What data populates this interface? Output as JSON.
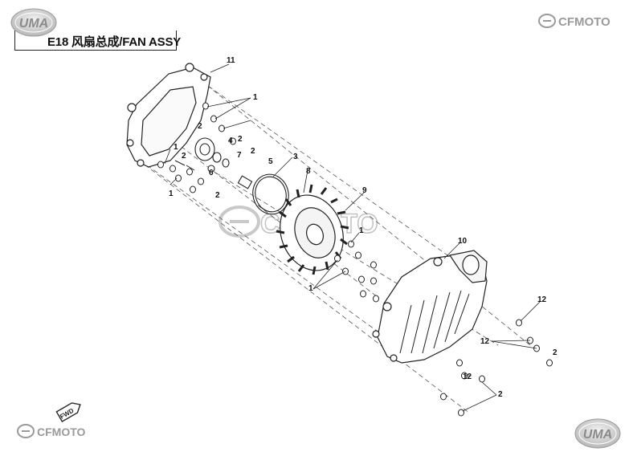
{
  "header": {
    "title": "E18 风扇总成/FAN ASSY"
  },
  "logos": {
    "uma_top": "UMA",
    "cfmoto_top": "CFMOTO",
    "cfmoto_watermark": "CFMOTO",
    "cfmoto_bottom": "CFMOTO",
    "uma_bottom": "UMA",
    "fwd_mark": "FWD"
  },
  "callouts": {
    "c1a": "1",
    "c1b": "1",
    "c1c": "1",
    "c1d": "1",
    "c1e": "1",
    "c2a": "2",
    "c2b": "2",
    "c2c": "2",
    "c2d": "2",
    "c2e": "2",
    "c2f": "2",
    "c2g": "2",
    "c3": "3",
    "c4": "4",
    "c5": "5",
    "c6": "6",
    "c7": "7",
    "c8": "8",
    "c9": "9",
    "c10": "10",
    "c11": "11",
    "c12a": "12",
    "c12b": "12",
    "c12c": "12"
  }
}
